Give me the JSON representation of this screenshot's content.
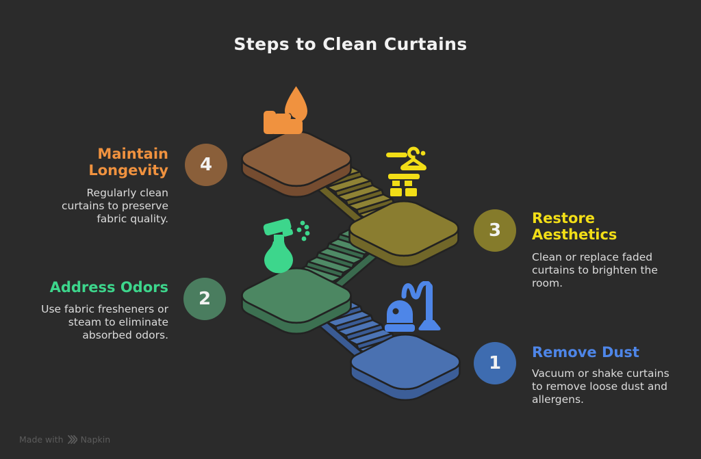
{
  "title": "Steps to Clean Curtains",
  "colors": {
    "background": "#2B2B2B",
    "outline": "#222222",
    "title_text": "#F2F2F2",
    "body_text": "#DCDCDC",
    "watermark_text": "#5C5C5C"
  },
  "watermark": {
    "prefix": "Made with",
    "brand": "Napkin"
  },
  "steps": [
    {
      "number": "1",
      "heading": "Remove Dust",
      "description": "Vacuum or shake curtains\nto remove loose dust and\nallergens.",
      "accent": "#4E86E8",
      "badge_color": "#3E6CB0",
      "icon": "vacuum-icon",
      "platform": {
        "top": "#4A71B1",
        "side": "#3C5E98",
        "tread": "#4C74B5",
        "riser": "#3A5B94"
      }
    },
    {
      "number": "2",
      "heading": "Address Odors",
      "description": "Use fabric fresheners or\nsteam to eliminate\nabsorbed odors.",
      "accent": "#3DD68C",
      "badge_color": "#4A7D5F",
      "icon": "spray-bottle-icon",
      "platform": {
        "top": "#4C8762",
        "side": "#3C7051",
        "tread": "#4F8A66",
        "riser": "#3A6A4E"
      }
    },
    {
      "number": "3",
      "heading": "Restore\nAesthetics",
      "description": "Clean or replace faded\ncurtains to brighten the\nroom.",
      "accent": "#F2DE17",
      "badge_color": "#857B2B",
      "icon": "curtain-hanger-icon",
      "platform": {
        "top": "#8A7D30",
        "side": "#716729",
        "tread": "#8F8335",
        "riser": "#6C6226"
      }
    },
    {
      "number": "4",
      "heading": "Maintain\nLongevity",
      "description": "Regularly clean\ncurtains to preserve\nfabric quality.",
      "accent": "#F0923F",
      "badge_color": "#8A5F3A",
      "icon": "hand-water-drop-icon",
      "platform": {
        "top": "#8A5E3C",
        "side": "#754C30",
        "tread": "#8A5E3C",
        "riser": "#754C30"
      }
    }
  ]
}
